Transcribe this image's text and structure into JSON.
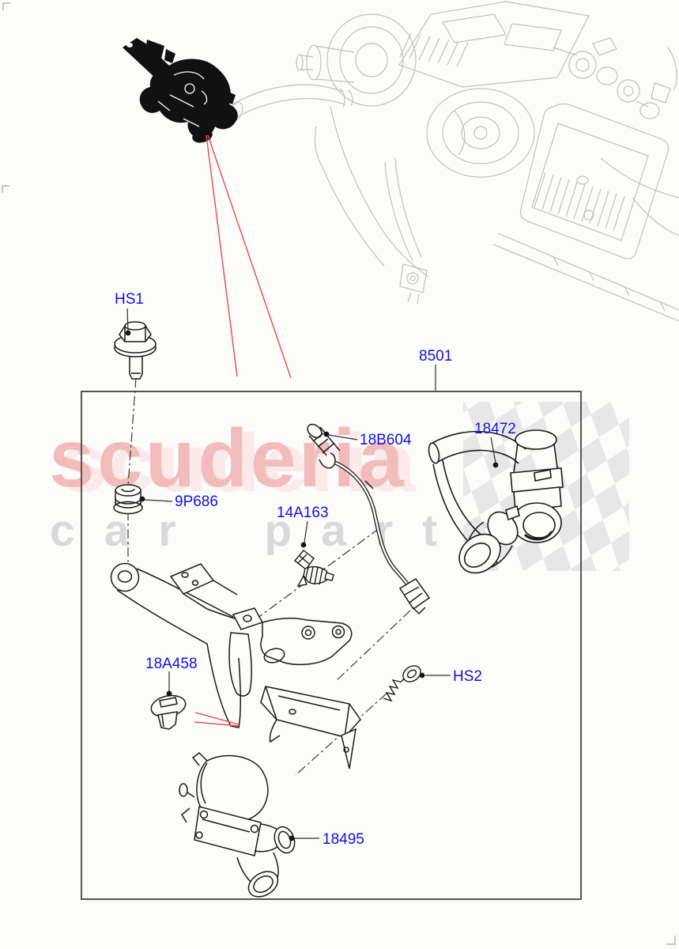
{
  "watermark": {
    "brand": "scuderia",
    "tagline": "car parts"
  },
  "part_labels": [
    {
      "id": "HS1",
      "text": "HS1"
    },
    {
      "id": "8501",
      "text": "8501"
    },
    {
      "id": "9P686",
      "text": "9P686"
    },
    {
      "id": "18B604",
      "text": "18B604"
    },
    {
      "id": "18472",
      "text": "18472"
    },
    {
      "id": "14A163",
      "text": "14A163"
    },
    {
      "id": "18A458",
      "text": "18A458"
    },
    {
      "id": "HS2",
      "text": "HS2"
    }
  ],
  "part_labels_more": [
    {
      "id": "18495",
      "text": "18495"
    }
  ],
  "colors": {
    "label_blue": "#1212e0",
    "locator_red": "#e64c4c",
    "watermark_pink": "#f3bcbc",
    "watermark_pink_light": "#fce9e9",
    "watermark_gray": "#d9d9d9",
    "checker_gray": "#e7e7e7",
    "faded_drawing_gray": "#c0c0c0",
    "part_line_black": "#1a1a1a",
    "box_border_gray": "#555555",
    "background": "#fcfcfa"
  }
}
